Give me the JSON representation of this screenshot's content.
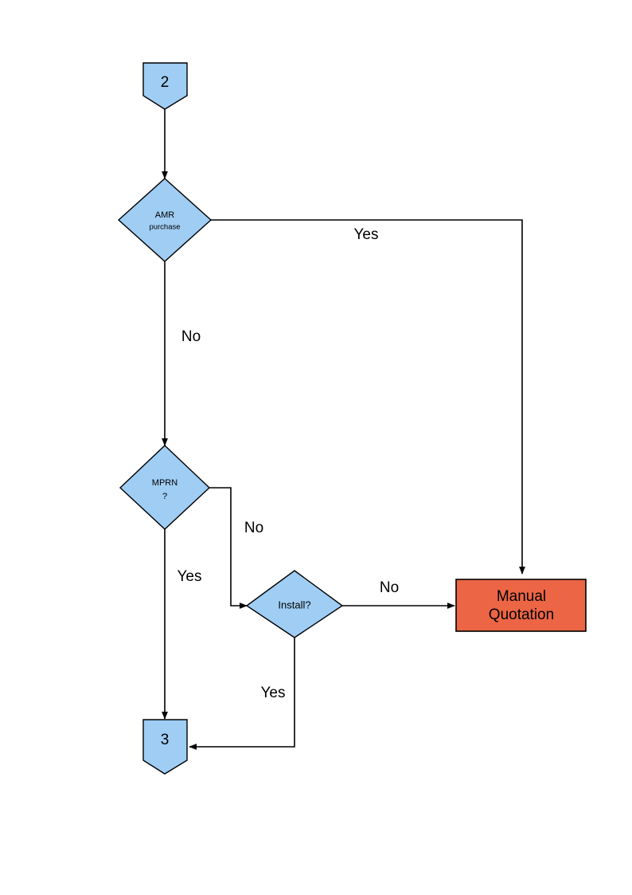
{
  "diagram": {
    "type": "flowchart",
    "title": "",
    "page_background": "#ffffff",
    "palette": {
      "node_blue": "#9fcdf4",
      "node_orange": "#ec6544",
      "line": "#000000",
      "text": "#000000"
    },
    "nodes": [
      {
        "id": "start-connector-2",
        "shape": "pentagon-connector",
        "label": "2",
        "color": "#9fcdf4"
      },
      {
        "id": "decision-amr-purchase",
        "shape": "diamond",
        "label_line1": "AMR",
        "label_line2": "purchase",
        "color": "#9fcdf4"
      },
      {
        "id": "decision-mprn",
        "shape": "diamond",
        "label_line1": "MPRN",
        "label_line2": "?",
        "color": "#9fcdf4"
      },
      {
        "id": "decision-install",
        "shape": "diamond",
        "label_line1": "Install?",
        "label_line2": "",
        "color": "#9fcdf4"
      },
      {
        "id": "process-manual-quotation",
        "shape": "rectangle",
        "label_line1": "Manual",
        "label_line2": "Quotation",
        "color": "#ec6544"
      },
      {
        "id": "end-connector-3",
        "shape": "pentagon-connector",
        "label": "3",
        "color": "#9fcdf4"
      }
    ],
    "edges": [
      {
        "id": "edge-2-to-amr",
        "from": "start-connector-2",
        "to": "decision-amr-purchase",
        "label": ""
      },
      {
        "id": "edge-amr-yes",
        "from": "decision-amr-purchase",
        "to": "process-manual-quotation",
        "label": "Yes"
      },
      {
        "id": "edge-amr-no",
        "from": "decision-amr-purchase",
        "to": "decision-mprn",
        "label": "No"
      },
      {
        "id": "edge-mprn-no",
        "from": "decision-mprn",
        "to": "decision-install",
        "label": "No"
      },
      {
        "id": "edge-mprn-yes",
        "from": "decision-mprn",
        "to": "end-connector-3",
        "label": "Yes"
      },
      {
        "id": "edge-install-no",
        "from": "decision-install",
        "to": "process-manual-quotation",
        "label": "No"
      },
      {
        "id": "edge-install-yes",
        "from": "decision-install",
        "to": "end-connector-3",
        "label": "Yes"
      }
    ]
  }
}
